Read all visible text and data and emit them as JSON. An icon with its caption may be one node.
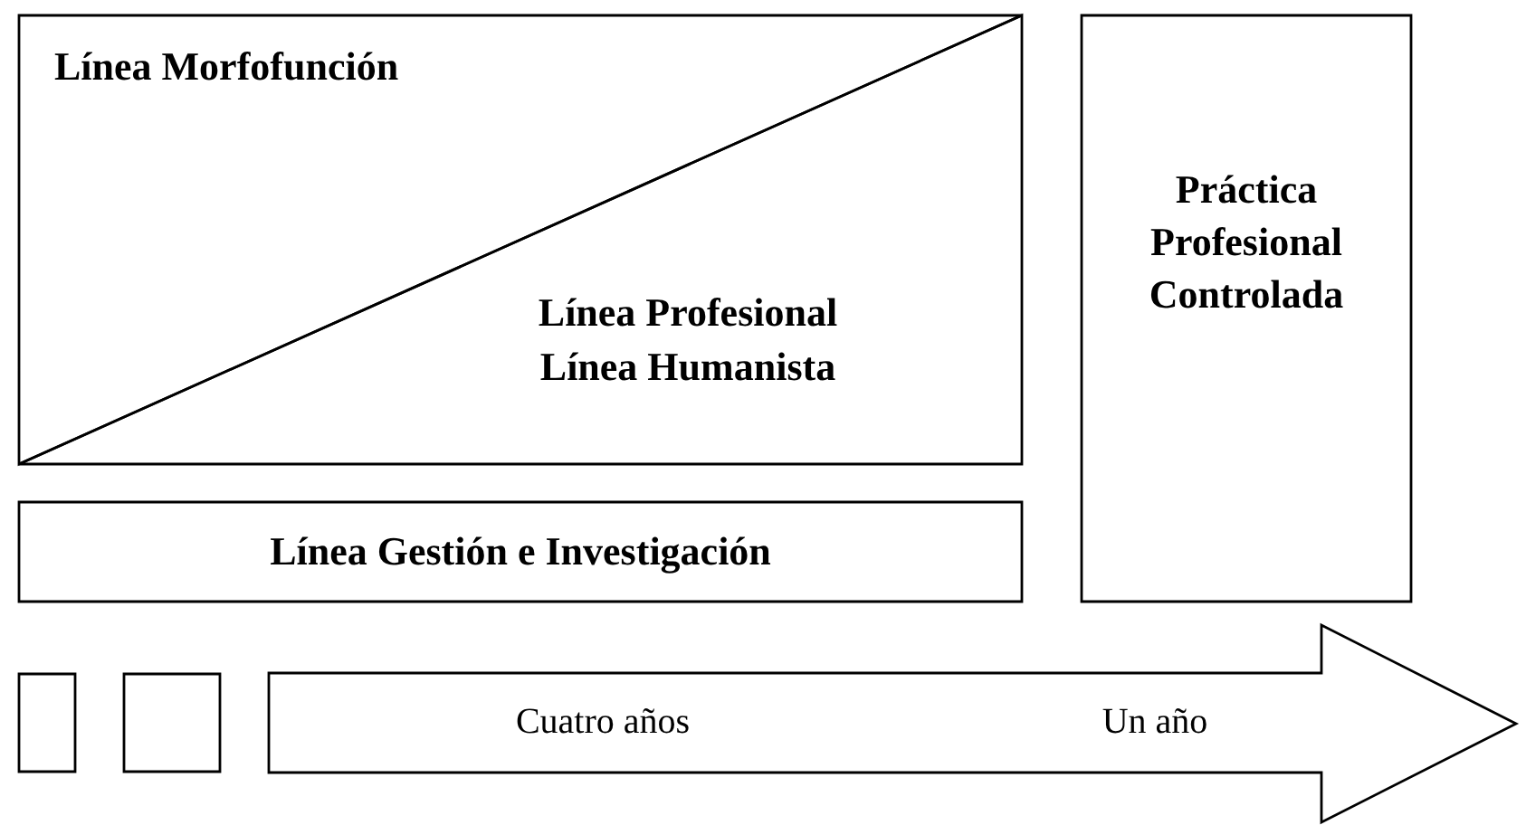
{
  "diagram": {
    "nodes": [
      {
        "text": [
          "Línea Morfofunción"
        ]
      },
      {
        "text": [
          "Línea Profesional",
          "Línea Humanista"
        ]
      },
      {
        "text": [
          "Práctica Profesional Controlada"
        ]
      },
      {
        "text": [
          "Línea Gestión e Investigación"
        ]
      },
      {
        "text": [],
        "shape": "box"
      },
      {
        "text": [],
        "shape": "box"
      },
      {
        "text": [
          "Cuatro años",
          "Un año"
        ]
      }
    ]
  }
}
